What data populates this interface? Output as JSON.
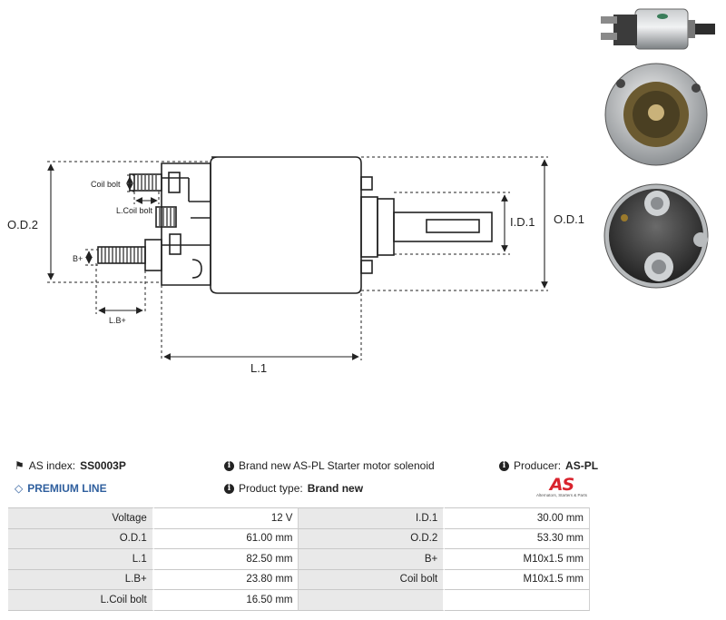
{
  "diagram": {
    "labels": {
      "od2": "O.D.2",
      "od1": "O.D.1",
      "id1": "I.D.1",
      "l1": "L.1",
      "coil_bolt": "Coil bolt",
      "l_coil_bolt": "L.Coil bolt",
      "b_plus": "B+",
      "l_b_plus": "L.B+"
    }
  },
  "info": {
    "as_index_label": "AS index:",
    "as_index_value": "SS0003P",
    "premium_line": "PREMIUM LINE",
    "description": "Brand new AS-PL Starter motor solenoid",
    "product_type_label": "Product type:",
    "product_type_value": "Brand new",
    "producer_label": "Producer:",
    "producer_value": "AS-PL"
  },
  "logo": {
    "main": "AS",
    "sub": "Alternators, Starters & Parts",
    "color": "#d9232d"
  },
  "specs": [
    {
      "k1": "Voltage",
      "v1": "12 V",
      "k2": "I.D.1",
      "v2": "30.00 mm"
    },
    {
      "k1": "O.D.1",
      "v1": "61.00 mm",
      "k2": "O.D.2",
      "v2": "53.30 mm"
    },
    {
      "k1": "L.1",
      "v1": "82.50 mm",
      "k2": "B+",
      "v2": "M10x1.5 mm"
    },
    {
      "k1": "L.B+",
      "v1": "23.80 mm",
      "k2": "Coil bolt",
      "v2": "M10x1.5 mm"
    },
    {
      "k1": "L.Coil bolt",
      "v1": "16.50 mm",
      "k2": "",
      "v2": ""
    }
  ]
}
